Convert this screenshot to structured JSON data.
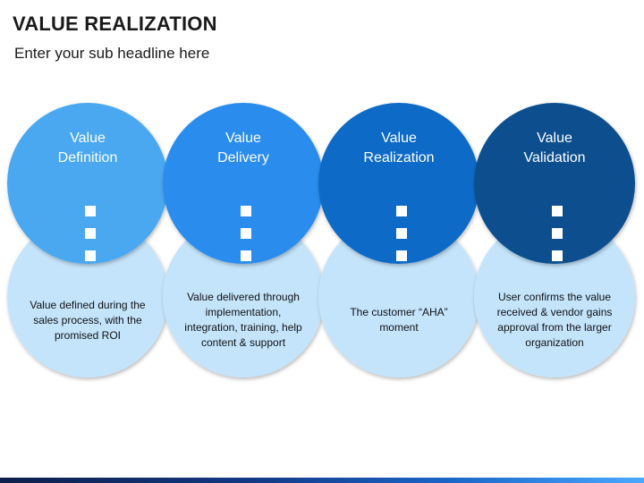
{
  "header": {
    "title": "VALUE REALIZATION",
    "subtitle": "Enter your sub headline here"
  },
  "colors": {
    "top_circles": [
      "#4aa8f0",
      "#2a8cec",
      "#0e6ac6",
      "#094f8e"
    ],
    "bottom_circle": "#c4e4fb",
    "connector": "#ffffff"
  },
  "stages": [
    {
      "title_line1": "Value",
      "title_line2": "Definition",
      "description": "Value defined during the sales process, with the promised ROI"
    },
    {
      "title_line1": "Value",
      "title_line2": "Delivery",
      "description": "Value delivered through implementation, integration, training, help content & support"
    },
    {
      "title_line1": "Value",
      "title_line2": "Realization",
      "description": "The customer “AHA” moment"
    },
    {
      "title_line1": "Value",
      "title_line2": "Validation",
      "description": "User confirms the value received & vendor gains approval from the larger organization"
    }
  ]
}
